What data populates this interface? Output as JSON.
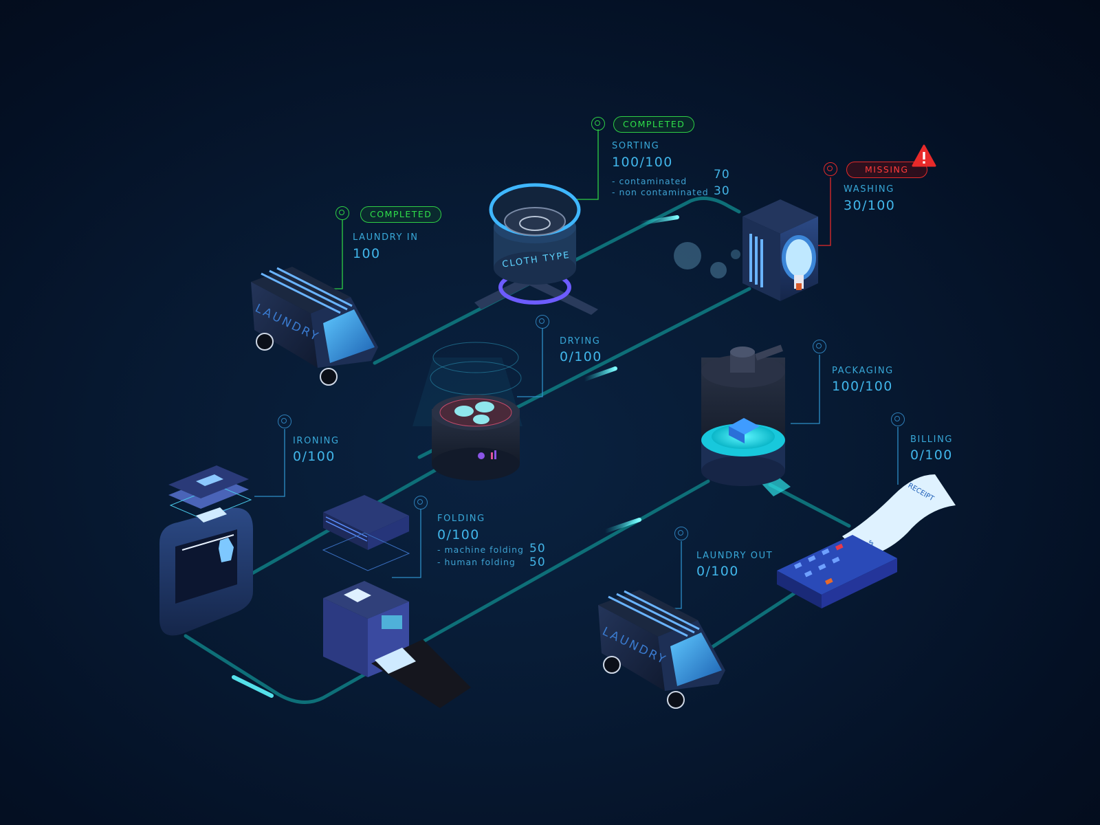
{
  "stages": {
    "laundry_in": {
      "badge": "COMPLETED",
      "title": "LAUNDRY IN",
      "value": "100"
    },
    "sorting": {
      "badge": "COMPLETED",
      "title": "SORTING",
      "value": "100/100",
      "details": [
        {
          "label": "- contaminated",
          "value": "70"
        },
        {
          "label": "- non contaminated",
          "value": "30"
        }
      ]
    },
    "washing": {
      "badge": "MISSING",
      "title": "WASHING",
      "value": "30/100"
    },
    "drying": {
      "title": "DRYING",
      "value": "0/100"
    },
    "packaging": {
      "title": "PACKAGING",
      "value": "100/100"
    },
    "ironing": {
      "title": "IRONING",
      "value": "0/100"
    },
    "folding": {
      "title": "FOLDING",
      "value": "0/100",
      "details": [
        {
          "label": "- machine folding",
          "value": "50"
        },
        {
          "label": "- human folding",
          "value": "50"
        }
      ]
    },
    "billing": {
      "title": "BILLING",
      "value": "0/100"
    },
    "laundry_out": {
      "title": "LAUNDRY OUT",
      "value": "0/100"
    }
  },
  "machine_labels": {
    "van_text": "LAUNDRY",
    "sorter_text": "CLOTH TYPE",
    "receipt_text": "RECEIPT",
    "receipt_amount": "$$$"
  },
  "colors": {
    "completed": "#2fd045",
    "missing": "#e52a2a",
    "track": "#0e6f78",
    "accent": "#41b6ea"
  },
  "icons": [
    "warning-icon",
    "status-ring-icon"
  ]
}
